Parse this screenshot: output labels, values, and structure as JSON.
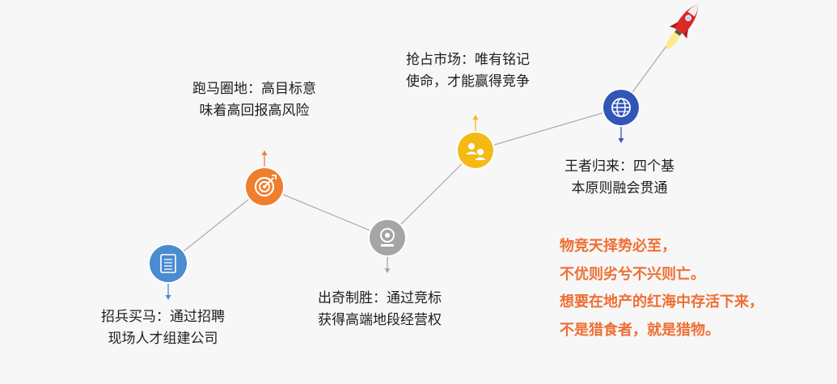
{
  "colors": {
    "blue_node": "#4a8bd1",
    "orange_node": "#ef7e2d",
    "gray_node": "#a5a5a5",
    "yellow_node": "#f5b916",
    "navy_node": "#3256b8",
    "line": "#a9a9a9",
    "quote": "#ef6f34"
  },
  "steps": [
    {
      "id": "recruit",
      "icon": "document-icon",
      "color_key": "blue_node",
      "arrow": "down",
      "lines": [
        "招兵买马：通过招聘",
        "现场人才组建公司"
      ]
    },
    {
      "id": "land",
      "icon": "target-icon",
      "color_key": "orange_node",
      "arrow": "up",
      "lines": [
        "跑马圈地：高目标意",
        "味着高回报高风险"
      ]
    },
    {
      "id": "surprise",
      "icon": "webcam-icon",
      "color_key": "gray_node",
      "arrow": "down",
      "lines": [
        "出奇制胜：通过竞标",
        "获得高端地段经营权"
      ]
    },
    {
      "id": "market",
      "icon": "team-icon",
      "color_key": "yellow_node",
      "arrow": "up",
      "lines": [
        "抢占市场：唯有铭记",
        "使命，才能赢得竞争"
      ]
    },
    {
      "id": "king",
      "icon": "globe-icon",
      "color_key": "navy_node",
      "arrow": "down",
      "lines": [
        "王者归来：四个基",
        "本原则融会贯通"
      ]
    }
  ],
  "rocket_icon": "rocket-icon",
  "quote": [
    "物竞天择势必至，",
    "不优则劣兮不兴则亡。",
    "想要在地产的红海中存活下来，",
    "不是猎食者，就是猎物。"
  ]
}
